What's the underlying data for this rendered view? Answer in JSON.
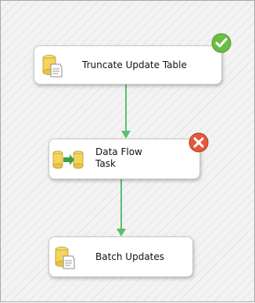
{
  "designer": {
    "tasks": [
      {
        "label": "Truncate Update Table",
        "status": "success"
      },
      {
        "label": "Data Flow\nTask",
        "status": "failure"
      },
      {
        "label": "Batch Updates",
        "status": "none"
      }
    ]
  },
  "colors": {
    "connector": "#5bbf6a",
    "success": "#6cbd45",
    "failure": "#e25a3c"
  }
}
